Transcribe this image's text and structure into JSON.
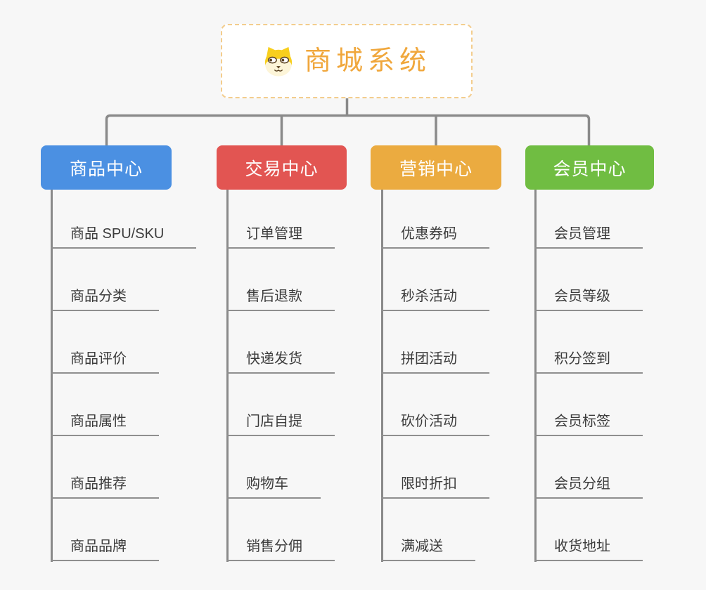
{
  "page": {
    "background": "#f7f7f7"
  },
  "root": {
    "title": "商城系统",
    "icon": "dog-face-icon",
    "title_color": "#f0a73c",
    "border_color": "#f3cd8e"
  },
  "connector_color": "#8a8a8a",
  "branches": [
    {
      "label": "商品中心",
      "color": "#4b90e2",
      "items": [
        "商品 SPU/SKU",
        "商品分类",
        "商品评价",
        "商品属性",
        "商品推荐",
        "商品品牌"
      ]
    },
    {
      "label": "交易中心",
      "color": "#e25552",
      "items": [
        "订单管理",
        "售后退款",
        "快递发货",
        "门店自提",
        "购物车",
        "销售分佣"
      ]
    },
    {
      "label": "营销中心",
      "color": "#ebab40",
      "items": [
        "优惠券码",
        "秒杀活动",
        "拼团活动",
        "砍价活动",
        "限时折扣",
        "满减送"
      ]
    },
    {
      "label": "会员中心",
      "color": "#70bd42",
      "items": [
        "会员管理",
        "会员等级",
        "积分签到",
        "会员标签",
        "会员分组",
        "收货地址"
      ]
    }
  ]
}
